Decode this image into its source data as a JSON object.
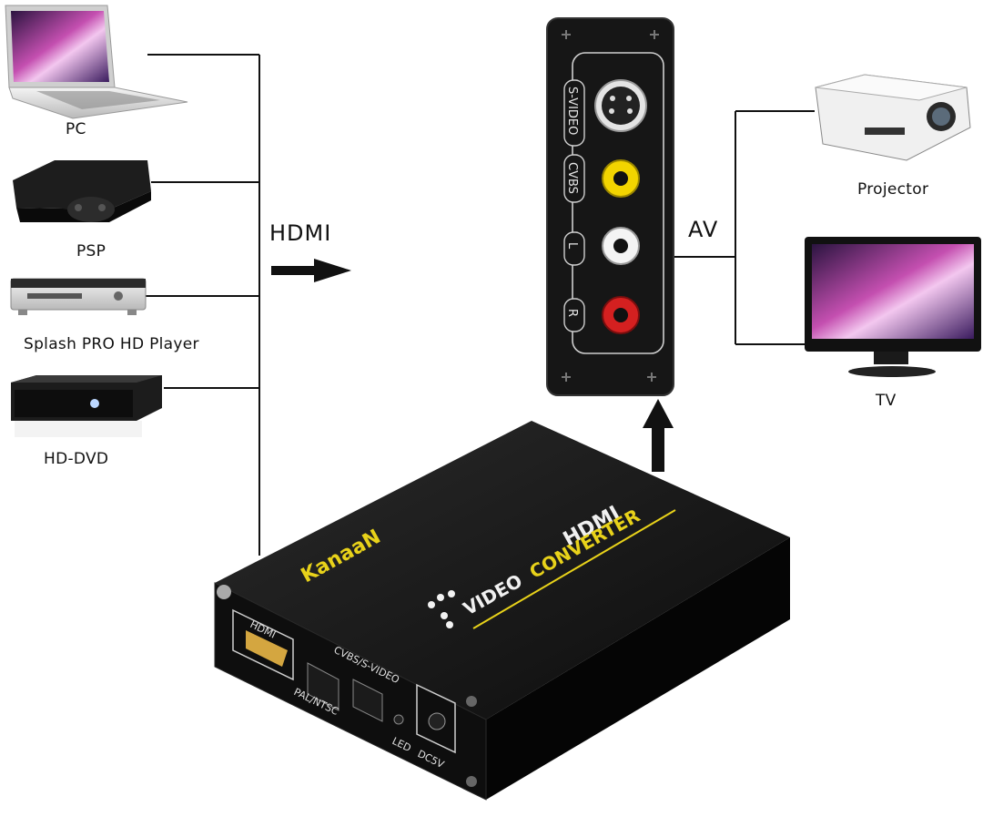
{
  "sources": [
    {
      "label": "PC",
      "icon": "laptop-icon"
    },
    {
      "label": "PSP",
      "icon": "game-console-icon"
    },
    {
      "label": "Splash PRO HD Player",
      "icon": "media-player-icon"
    },
    {
      "label": "HD-DVD",
      "icon": "hd-dvd-player-icon"
    }
  ],
  "input_signal_label": "HDMI",
  "output_signal_label": "AV",
  "outputs": [
    {
      "label": "Projector",
      "icon": "projector-icon"
    },
    {
      "label": "TV",
      "icon": "tv-monitor-icon"
    }
  ],
  "av_panel": {
    "ports": [
      {
        "label": "S-VIDEO",
        "color": "#d8d8d8"
      },
      {
        "label": "CVBS",
        "color": "#f2d400"
      },
      {
        "label": "L",
        "color": "#f4f4f4"
      },
      {
        "label": "R",
        "color": "#d42020"
      }
    ]
  },
  "converter": {
    "brand": "KanaaN",
    "hdmi_logo": "HDMI",
    "product_line1": "VIDEO",
    "product_line2": "CONVERTER",
    "ports": [
      "HDMI",
      "PAL/NTSC",
      "CVBS/S-VIDEO",
      "LED",
      "DC5V"
    ]
  },
  "colors": {
    "brand_yellow": "#e8d21a",
    "case_black": "#141414",
    "line": "#111111"
  }
}
